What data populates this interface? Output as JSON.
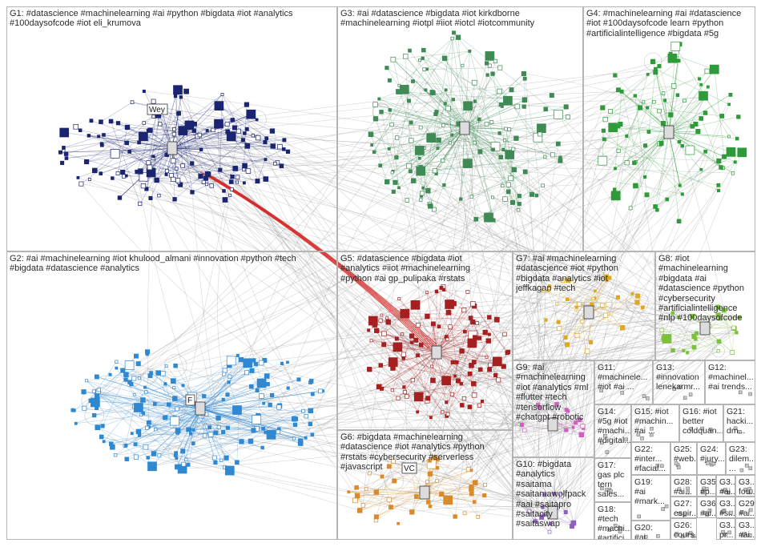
{
  "groups": [
    {
      "id": "G1",
      "label": "G1: #datascience #machinelearning #ai #python #bigdata #iot #analytics\n#100daysofcode #iot eli_krumova",
      "color": "#1b2470"
    },
    {
      "id": "G2",
      "label": "G2: #ai #machinelearning #iot khulood_almani #innovation #python #tech\n#bigdata #datascience #analytics",
      "color": "#2f88d0"
    },
    {
      "id": "G3",
      "label": "G3: #ai #datascience #bigdata #iot kirkdborne\n#machinelearning #iotpl #iiot #iotcl #iotcommunity",
      "color": "#3f8a55"
    },
    {
      "id": "G4",
      "label": "G4: #machinelearning #ai #datascience\n#iot #100daysofcode learn #python\n#artificialintelligence #bigdata #5g",
      "color": "#2f9a3a"
    },
    {
      "id": "G5",
      "label": "G5: #datascience #bigdata #iot\n#analytics #iiot #machinelearning\n#python #ai gp_pulipaka #rstats",
      "color": "#a52020"
    },
    {
      "id": "G6",
      "label": "G6: #bigdata #machinelearning\n#datascience #iot #analytics #python\n#rstats #cybersecurity #serverless\n#javascript",
      "color": "#d98b2a"
    },
    {
      "id": "G7",
      "label": "G7: #ai #machinelearning\n#datascience #iot #python\n#bigdata #analytics #iot\njeffkagan #tech",
      "color": "#e0a820"
    },
    {
      "id": "G8",
      "label": "G8: #iot\n#machinelearning\n#bigdata #ai\n#datascience #python\n#cybersecurity\n#artificialintelligence\n#nlp #100daysofcode",
      "color": "#7cc13a"
    },
    {
      "id": "G9",
      "label": "G9: #ai\n#machinelearning\n#iot #analytics #ml\n#flutter #tech\n#tensorflow\n#chatgpt #robotic",
      "color": "#d060c0"
    },
    {
      "id": "G10",
      "label": "G10: #bigdata\n#analytics\n#saitama\n#saitamawolfpack\n#aai #saitapro\n#saitacity\n#saitaswap",
      "color": "#9060c0"
    },
    {
      "id": "G11",
      "label": "G11:\n#machinele...\n#iot #ai ...",
      "color": "#505050"
    },
    {
      "id": "G12",
      "label": "G12:\n#machinel...\n#ai trends...",
      "color": "#505050"
    },
    {
      "id": "G13",
      "label": "G13:\n#innovation\nlenekarmr...",
      "color": "#505050"
    },
    {
      "id": "G14",
      "label": "G14:\n#5g #iot\n#machi...\n#digital...",
      "color": "#505050"
    },
    {
      "id": "G15",
      "label": "G15: #iot\n#machin...\n#ai ...",
      "color": "#505050"
    },
    {
      "id": "G16",
      "label": "G16: #iot\nbetter\ncoldquan...",
      "color": "#505050"
    },
    {
      "id": "G17",
      "label": "G17:\ngas plc\ntern\nsales...",
      "color": "#505050"
    },
    {
      "id": "G18",
      "label": "G18:\n#tech\n#machi...\n#artifici...",
      "color": "#505050"
    },
    {
      "id": "G19",
      "label": "G19:\n#ai\n#mark...",
      "color": "#505050"
    },
    {
      "id": "G20",
      "label": "G20:\n#ai\n#mac...",
      "color": "#505050"
    },
    {
      "id": "G21",
      "label": "G21:\nhacki...\ndm...",
      "color": "#505050"
    },
    {
      "id": "G22",
      "label": "G22:\n#inter...\n#facial...",
      "color": "#505050"
    },
    {
      "id": "G23",
      "label": "G23:\ndilem...\n...",
      "color": "#505050"
    },
    {
      "id": "G24",
      "label": "G24:\n#jury...",
      "color": "#505050"
    },
    {
      "id": "G25",
      "label": "G25:\n#web...",
      "color": "#505050"
    },
    {
      "id": "G26",
      "label": "G26:\ncours...",
      "color": "#505050"
    },
    {
      "id": "G27",
      "label": "G27:\nespir...",
      "color": "#505050"
    },
    {
      "id": "G28",
      "label": "G28:\n#ai...",
      "color": "#505050"
    },
    {
      "id": "G29",
      "label": "G29\n#ai...",
      "color": "#505050"
    },
    {
      "id": "G3a",
      "label": "G3...\n#ai...",
      "color": "#505050"
    },
    {
      "id": "G3b",
      "label": "G3...\npr...",
      "color": "#505050"
    },
    {
      "id": "G3c",
      "label": "G3...\nfou...",
      "color": "#505050"
    },
    {
      "id": "G35",
      "label": "G35\n#p...",
      "color": "#505050"
    },
    {
      "id": "G36",
      "label": "G36\n#ai...",
      "color": "#505050"
    },
    {
      "id": "G3d",
      "label": "G3...\n#s...",
      "color": "#505050"
    },
    {
      "id": "G3e",
      "label": "G3...\n#ai...",
      "color": "#505050"
    }
  ],
  "node_labels": {
    "G6": [
      "VC"
    ],
    "G2": [
      "F"
    ],
    "G1": [
      "Wey"
    ]
  }
}
